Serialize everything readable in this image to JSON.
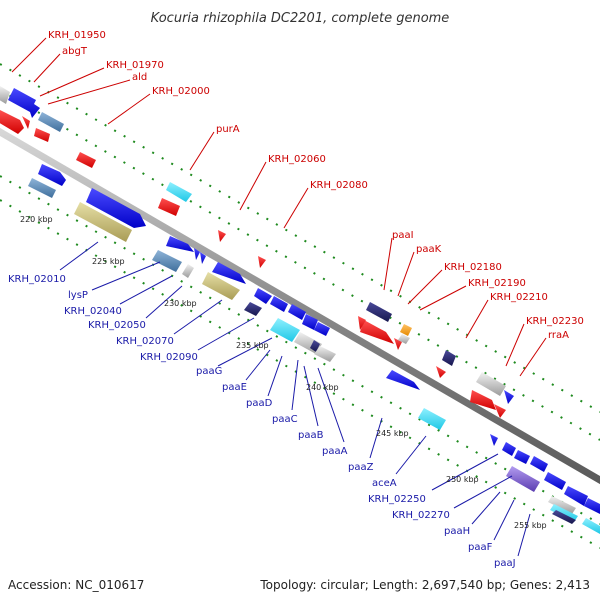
{
  "title": "Kocuria rhizophila DC2201, complete genome",
  "footer": {
    "accession": "Accession: NC_010617",
    "topology": "Topology: circular; Length: 2,697,540 bp; Genes: 2,413"
  },
  "colors": {
    "top_label": "#cc0000",
    "bottom_label": "#1a1aa8",
    "backbone": "#9a9a9a",
    "dotted_track": "#1e8a1e"
  },
  "tick_labels": [
    "220 kbp",
    "225 kbp",
    "230 kbp",
    "235 kbp",
    "240 kbp",
    "245 kbp",
    "250 kbp",
    "255 kbp"
  ],
  "top_labels": [
    "KRH_01950",
    "abgT",
    "KRH_01970",
    "ald",
    "KRH_02000",
    "purA",
    "KRH_02060",
    "KRH_02080",
    "paaI",
    "paaK",
    "KRH_02180",
    "KRH_02190",
    "KRH_02210",
    "KRH_02230",
    "rraA"
  ],
  "bottom_labels": [
    "KRH_02010",
    "lysP",
    "KRH_02040",
    "KRH_02050",
    "KRH_02070",
    "KRH_02090",
    "paaG",
    "paaE",
    "paaD",
    "paaC",
    "paaB",
    "paaA",
    "paaZ",
    "aceA",
    "KRH_02250",
    "KRH_02270",
    "paaH",
    "paaF",
    "paaJ"
  ]
}
